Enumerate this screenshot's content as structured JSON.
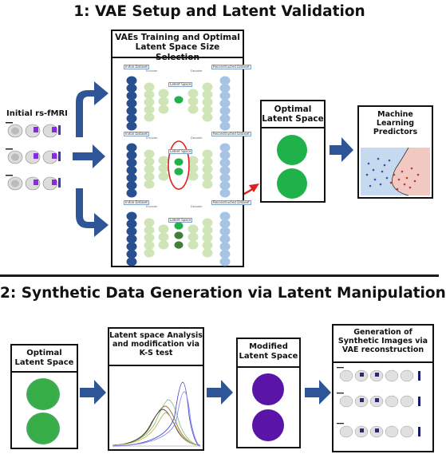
{
  "section1": {
    "title": "1: VAE Setup and Latent Validation"
  },
  "section2": {
    "title": "2: Synthetic Data Generation via Latent Manipulation"
  },
  "initial_fmri": {
    "label": "Initial rs-fMRI"
  },
  "vae_training": {
    "title_line1": "VAEs Training and Optimal",
    "title_line2": "Latent Space Size Selection",
    "networks": [
      {
        "input_label": "Initial Dataset",
        "encoder_label": "Encoder",
        "latent_label": "Latent Space",
        "decoder_label": "Decoder",
        "output_label": "Reconstructed Dataset",
        "latent_units": 1
      },
      {
        "input_label": "Initial Dataset",
        "encoder_label": "Encoder",
        "latent_label": "Latent Space",
        "decoder_label": "Decoder",
        "output_label": "Reconstructed Dataset",
        "latent_units": 2
      },
      {
        "input_label": "Initial Dataset",
        "encoder_label": "Encoder",
        "latent_label": "Latent Space",
        "decoder_label": "Decoder",
        "output_label": "Reconstructed Dataset",
        "latent_units": 3
      }
    ]
  },
  "optimal_latent_1": {
    "title_line1": "Optimal",
    "title_line2": "Latent Space"
  },
  "ml_predictors": {
    "title_line1": "Machine",
    "title_line2": "Learning",
    "title_line3": "Predictors"
  },
  "optimal_latent_2": {
    "title_line1": "Optimal",
    "title_line2": "Latent Space"
  },
  "ks_analysis": {
    "title_line1": "Latent space Analysis",
    "title_line2": "and modification via",
    "title_line3": "K-S test"
  },
  "modified_latent": {
    "title_line1": "Modified",
    "title_line2": "Latent Space"
  },
  "generation": {
    "title_line1": "Generation of",
    "title_line2": "Synthetic Images via",
    "title_line3": "VAE reconstruction"
  },
  "colors": {
    "arrow": "#2d5597",
    "latent_green": "#1fb24a",
    "modified_purple": "#5a14a8",
    "highlight_red": "#e02020",
    "node_dark_blue": "#2a4f8f",
    "node_light_green": "#cfe5b8",
    "node_light_blue": "#a7c4e4"
  }
}
